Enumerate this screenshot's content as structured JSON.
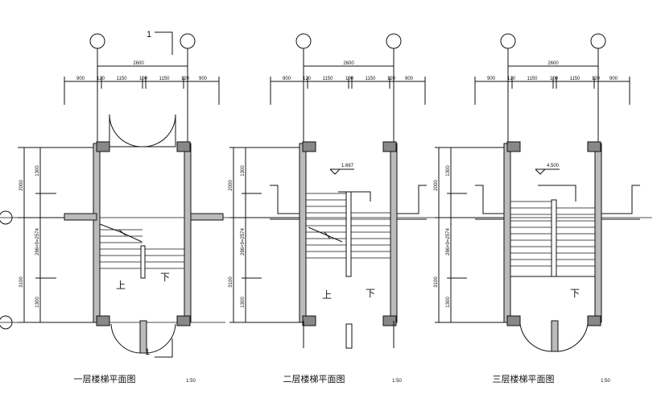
{
  "section_mark": "1",
  "plans": [
    {
      "caption": "一层楼梯平面图",
      "scale": "1:50",
      "top_total": "2600",
      "top_segments": [
        "900",
        "120",
        "1150",
        "100",
        "1150",
        "120",
        "900"
      ],
      "left_total_a": "2000",
      "left_total_b": "1300",
      "left_stair": "286×9=2574",
      "left_bottom": "1300",
      "left_bottom2": "3100",
      "up": "上",
      "down": "下",
      "level": ""
    },
    {
      "caption": "二层楼梯平面图",
      "scale": "1:50",
      "top_total": "2600",
      "top_segments": [
        "900",
        "120",
        "1150",
        "100",
        "1150",
        "120",
        "900"
      ],
      "left_total_a": "2000",
      "left_total_b": "1300",
      "left_stair": "286×9=2574",
      "left_bottom": "1300",
      "left_bottom2": "3100",
      "up": "上",
      "down": "下",
      "level": "1.667"
    },
    {
      "caption": "三层楼梯平面图",
      "scale": "1:50",
      "top_total": "2600",
      "top_segments": [
        "900",
        "120",
        "1150",
        "100",
        "1150",
        "120",
        "900"
      ],
      "left_total_a": "2000",
      "left_total_b": "1300",
      "left_stair": "286×9=2574",
      "left_bottom": "1300",
      "left_bottom2": "3100",
      "up": "",
      "down": "下",
      "level": "4.500"
    }
  ]
}
